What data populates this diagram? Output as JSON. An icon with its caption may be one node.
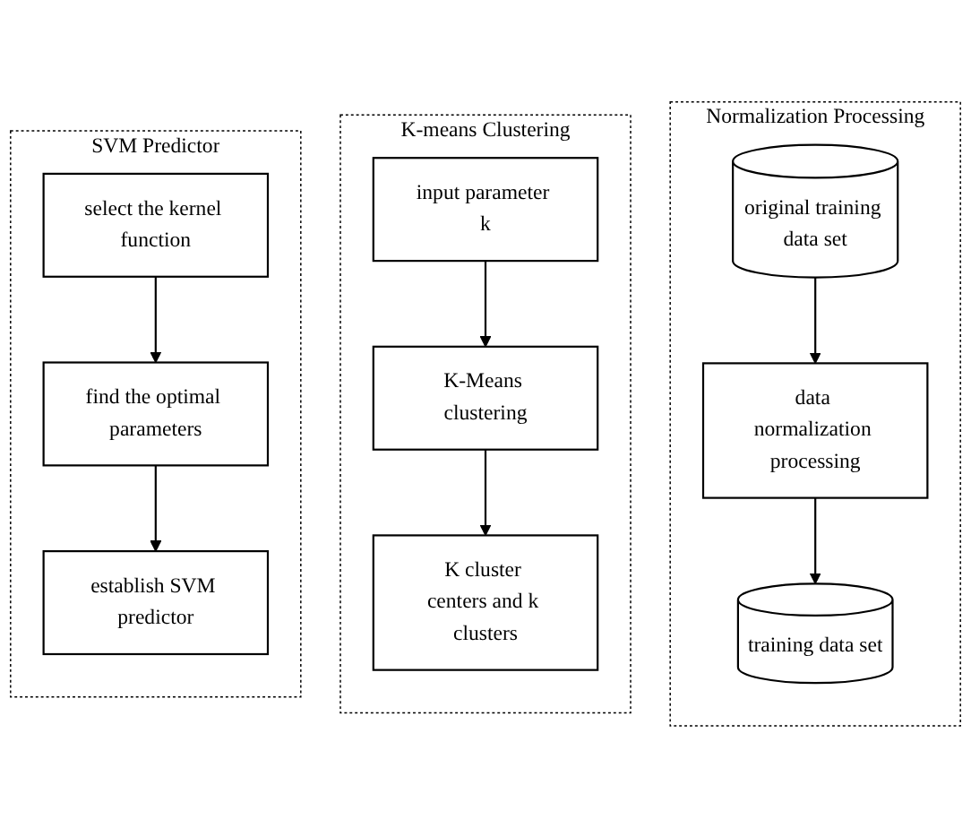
{
  "diagram": {
    "nodes": [
      {
        "text": [
          "Normalization Processing"
        ]
      },
      {
        "text": [
          "original training data set"
        ],
        "in": 0
      },
      {
        "text": [
          "data normalization processing"
        ],
        "in": 0
      },
      {
        "text": [
          "training data set"
        ],
        "in": 0
      },
      {
        "text": [
          "K-means Clustering"
        ]
      },
      {
        "text": [
          "input parameter k"
        ],
        "in": 4
      },
      {
        "text": [
          "K-Means clustering"
        ],
        "in": 4
      },
      {
        "text": [
          "K cluster centers and k clusters"
        ],
        "in": 4
      },
      {
        "text": [
          "SVM Predictor"
        ]
      },
      {
        "text": [
          "select the kernel function"
        ],
        "in": 8
      },
      {
        "text": [
          "find the optimal parameters"
        ],
        "in": 8
      },
      {
        "text": [
          "establish SVM predictor"
        ],
        "in": 8
      }
    ],
    "edges": [
      {
        "from": 1,
        "to": 2,
        "arrow": "to"
      },
      {
        "from": 2,
        "to": 3,
        "arrow": "to"
      },
      {
        "from": 5,
        "to": 6,
        "arrow": "to"
      },
      {
        "from": 6,
        "to": 7,
        "arrow": "to"
      },
      {
        "from": 9,
        "to": 10,
        "arrow": "to"
      },
      {
        "from": 10,
        "to": 11,
        "arrow": "to"
      }
    ]
  }
}
